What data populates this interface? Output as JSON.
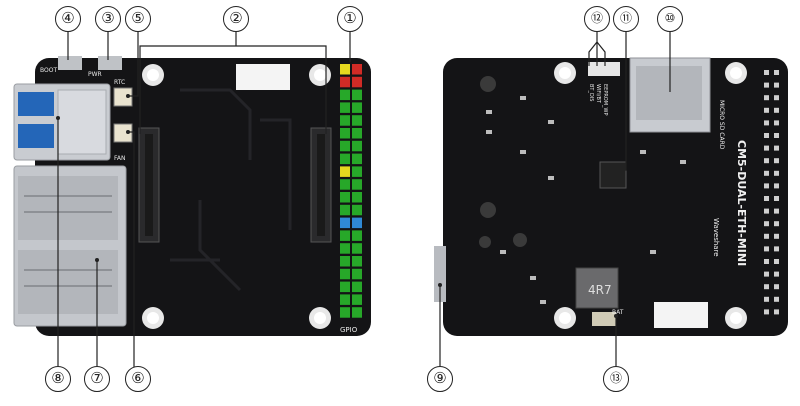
{
  "callouts": {
    "c1": "①",
    "c2": "②",
    "c3": "③",
    "c4": "④",
    "c5": "⑤",
    "c6": "⑥",
    "c7": "⑦",
    "c8": "⑧",
    "c9": "⑨",
    "c10": "⑩",
    "c11": "⑪",
    "c12": "⑫",
    "c13": "⑬"
  },
  "left_board": {
    "gpio_label": "GPIO",
    "boot_label": "BOOT",
    "pwr_label": "PWR",
    "fan_label": "FAN",
    "rtc_label": "RTC"
  },
  "right_board": {
    "product_name": "CM5-DUAL-ETH-MINI",
    "brand": "Waveshare",
    "sd_label": "MICRO SD CARD",
    "inductor_text": "4R7",
    "switch_labels": [
      "EEPROM_WP",
      "WIFI/BT",
      "BT_DIS"
    ],
    "bat_label": "BAT"
  },
  "colors": {
    "pcb": "#141416",
    "header_green": "#27a829",
    "header_red": "#d12b26",
    "header_yellow": "#e6d81f",
    "header_blue": "#2f89d6",
    "metal": "#c9ccd1"
  }
}
